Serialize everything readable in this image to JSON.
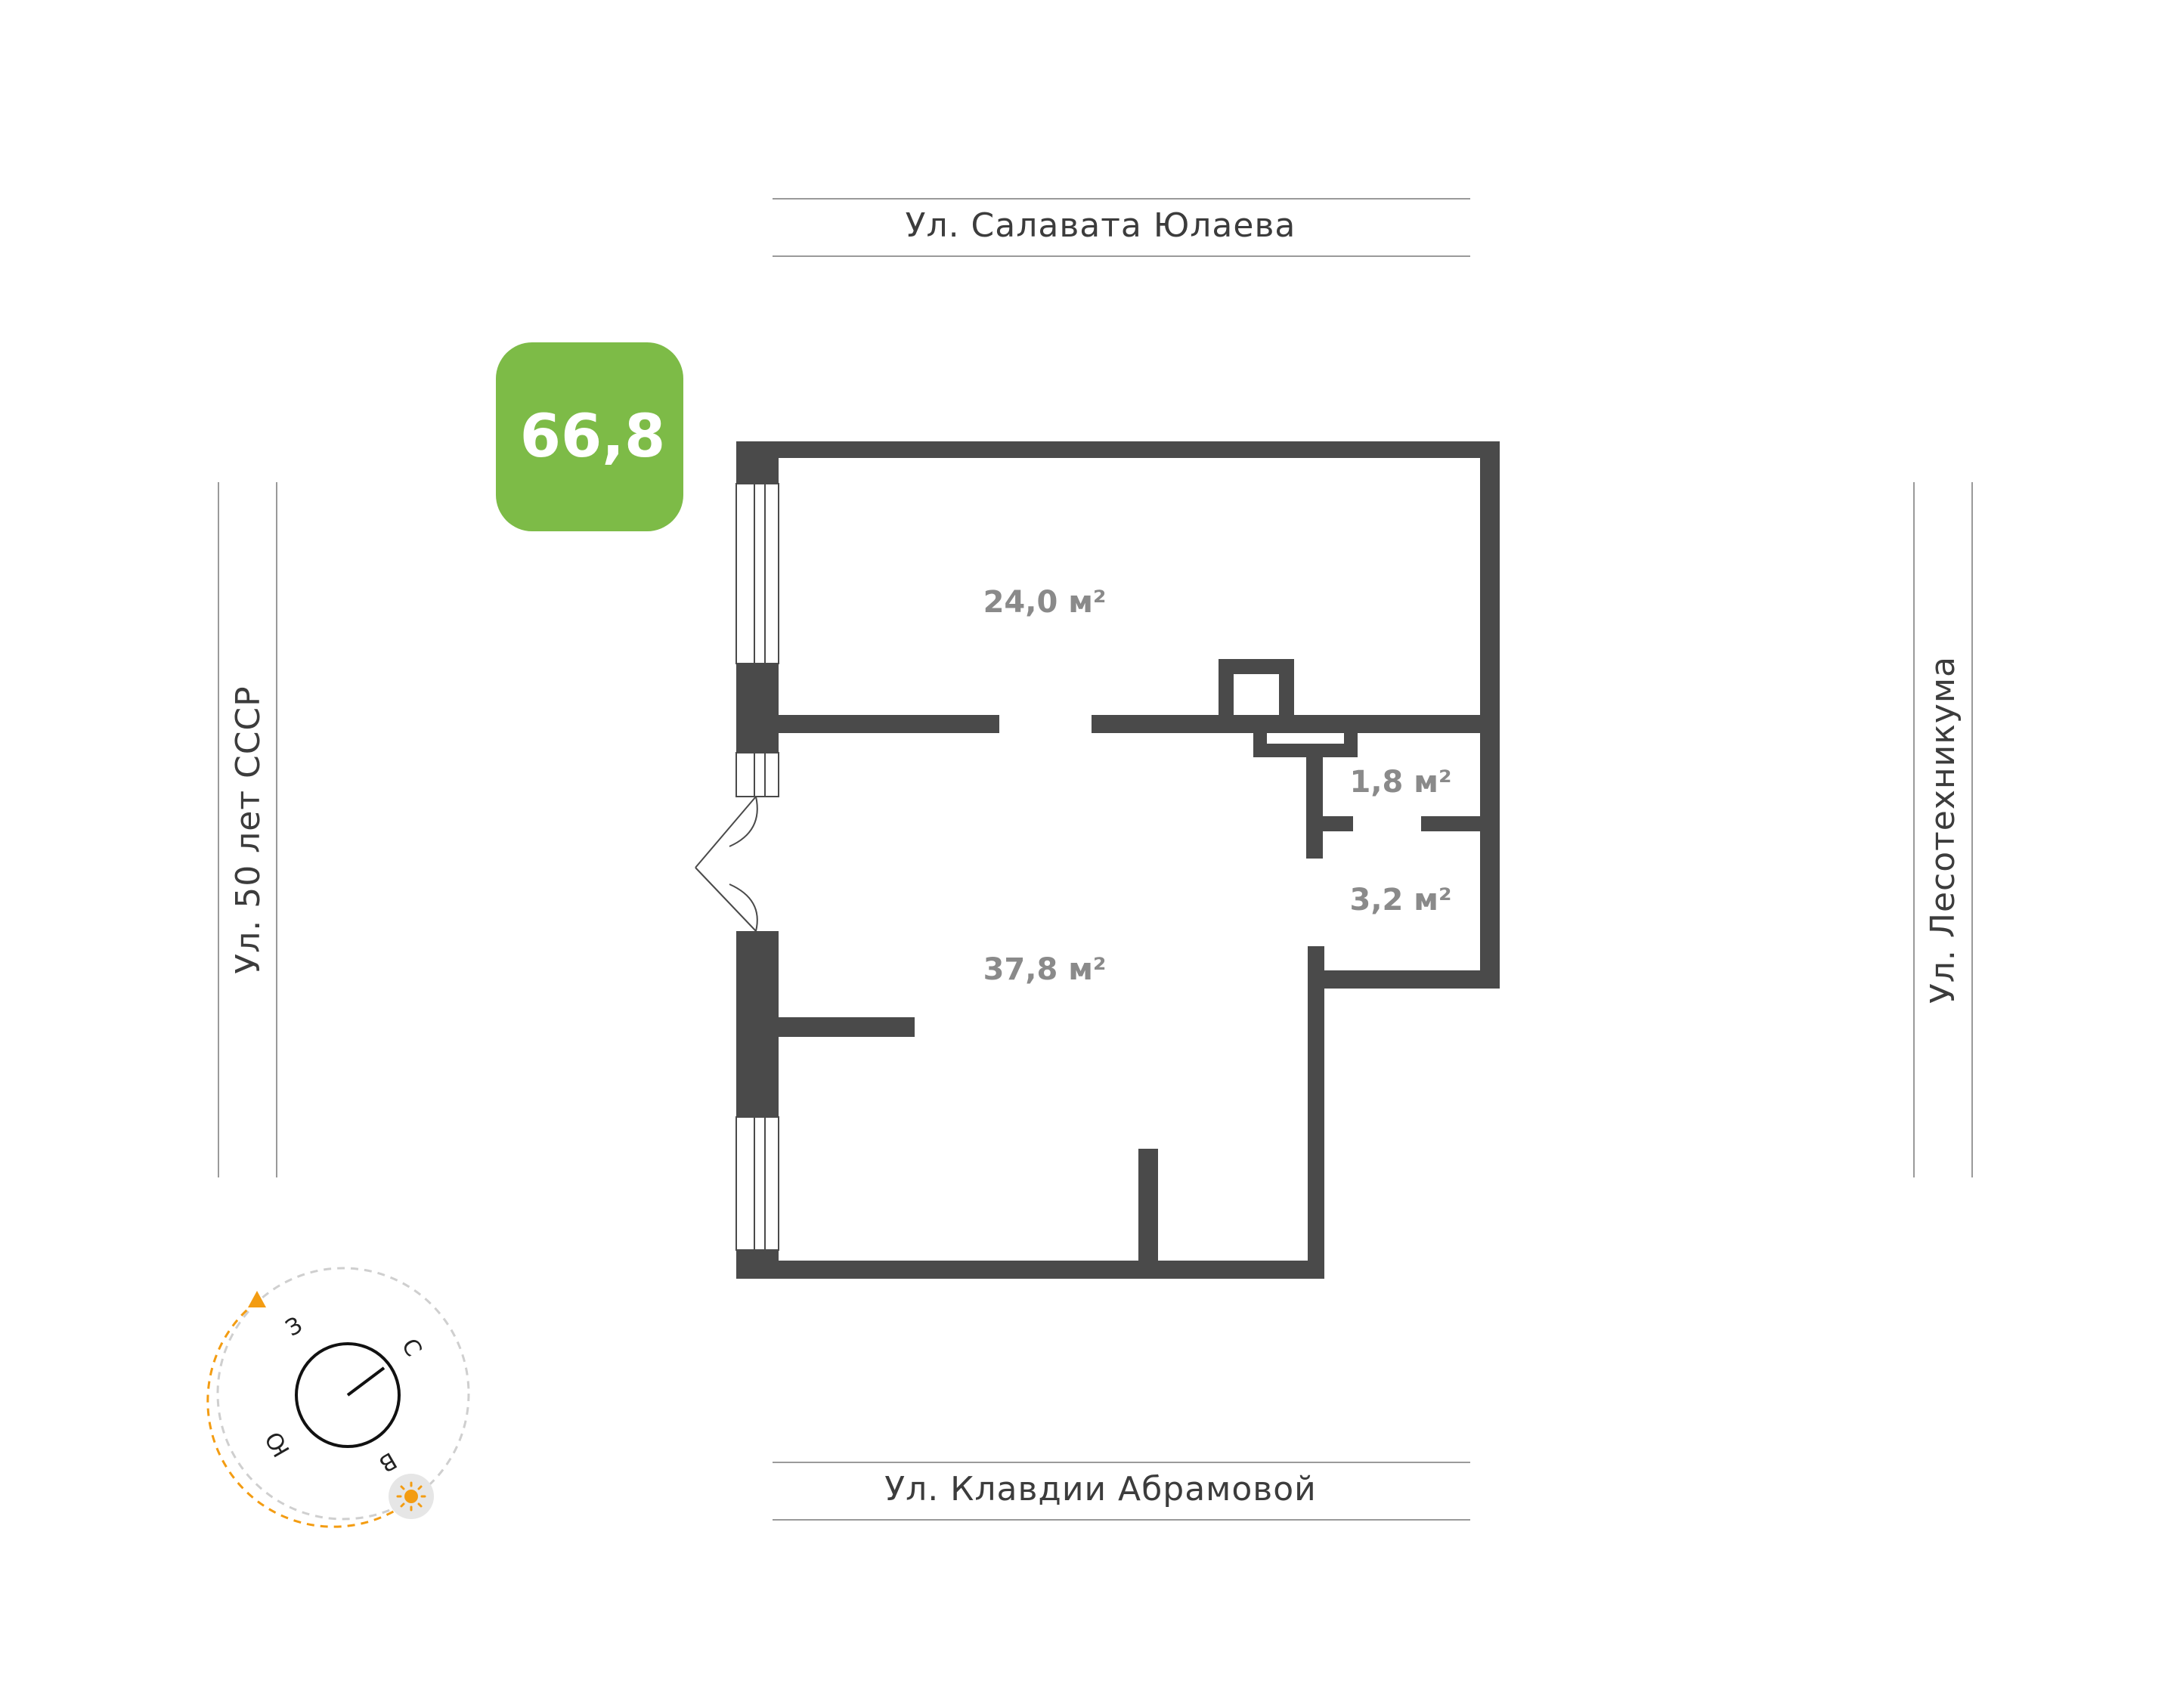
{
  "apartment": {
    "total_area": "66,8",
    "badge_color": "#7dbb47",
    "wall_color": "#4a4a4a"
  },
  "streets": {
    "top": "Ул. Салавата Юлаева",
    "bottom": "Ул. Клавдии Абрамовой",
    "left": "Ул. 50 лет СССР",
    "right": "Ул. Лесотехникума"
  },
  "rooms": [
    {
      "label": "24,0 м²"
    },
    {
      "label": "1,8 м²"
    },
    {
      "label": "3,2 м²"
    },
    {
      "label": "37,8 м²"
    }
  ],
  "compass": {
    "north": "С",
    "south": "Ю",
    "east": "В",
    "west": "З",
    "sun_icon": "sun-icon",
    "sun_path_color": "#f39c12"
  }
}
